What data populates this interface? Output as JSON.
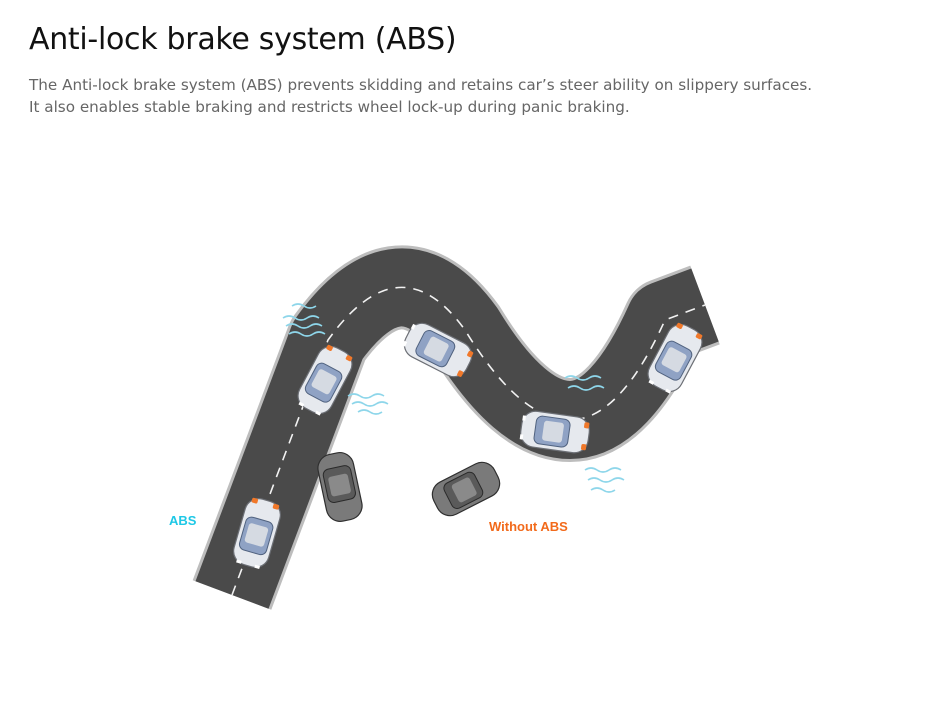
{
  "header": {
    "title": "Anti-lock brake system (ABS)",
    "description_line1": "The Anti-lock brake system (ABS) prevents skidding and retains car’s steer ability on slippery surfaces.",
    "description_line2": "It also enables stable braking and restricts wheel lock-up during panic braking."
  },
  "illustration": {
    "label_abs": "ABS",
    "label_without_abs": "Without ABS",
    "colors": {
      "abs_label": "#1ec8e6",
      "without_abs_label": "#f26a1b",
      "road": "#4a4a4a",
      "road_edge": "#bdbdbd",
      "wave": "#8ed6ea",
      "abs_car": "#e6e9ee",
      "skid_car": "#7a7a7a",
      "brake_light": "#f0782a"
    },
    "icons": [
      "road",
      "car-abs",
      "car-skidding",
      "slip-waves"
    ]
  }
}
